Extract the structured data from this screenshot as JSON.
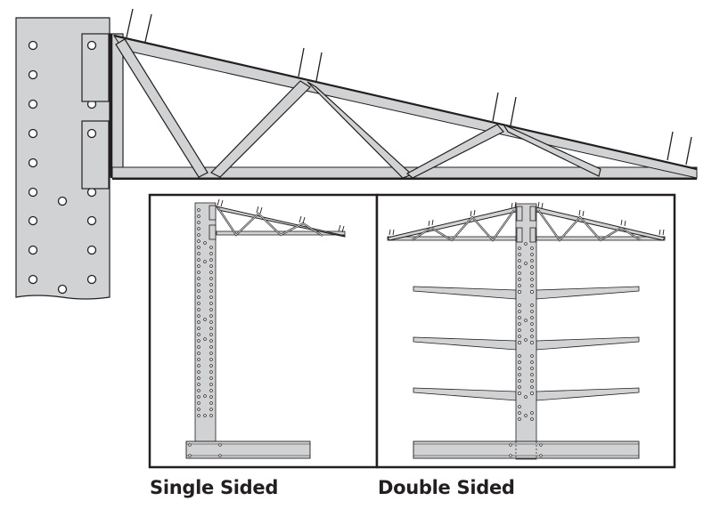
{
  "diagram": {
    "subject": "Cantilever rack roof arm truss attached to upright column",
    "colors": {
      "steel_fill": "#d1d2d3",
      "outline": "#231f20",
      "background": "#ffffff"
    },
    "main_detail": {
      "label": "Truss arm to column connection detail",
      "components": [
        "column",
        "upper bracket",
        "lower bracket",
        "roof truss arm",
        "roof clips"
      ]
    },
    "panels": [
      {
        "id": "single",
        "caption": "Single Sided",
        "shelf_arms": 0,
        "roof_truss_sides": 1
      },
      {
        "id": "double",
        "caption": "Double Sided",
        "shelf_arms": 3,
        "roof_truss_sides": 2
      }
    ]
  }
}
